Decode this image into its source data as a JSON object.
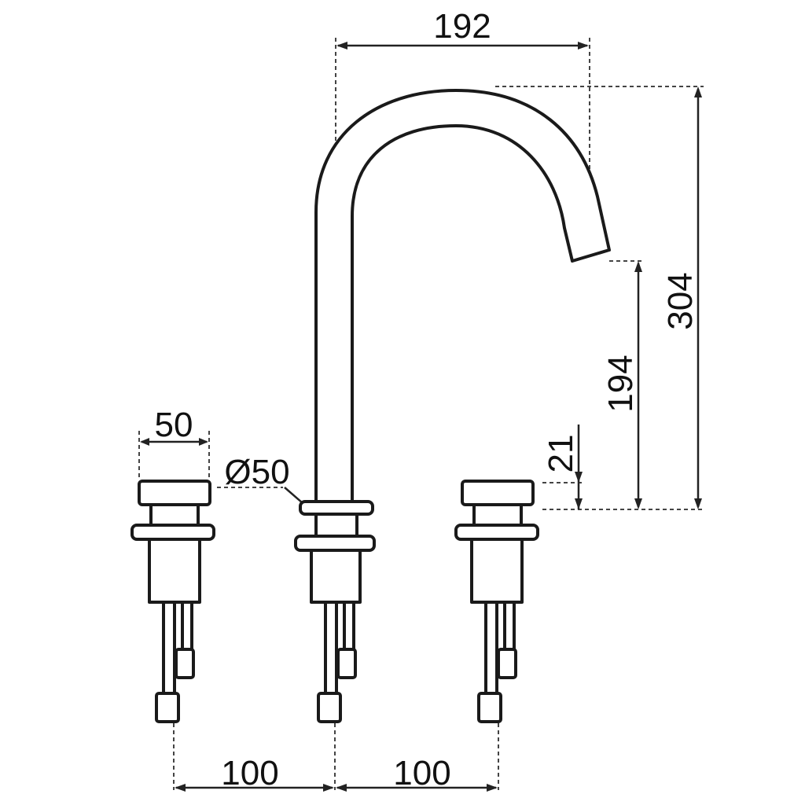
{
  "dimensions": {
    "spout_reach": "192",
    "total_height": "304",
    "spout_outlet_height": "194",
    "handle_height": "21",
    "handle_width": "50",
    "body_diameter": "Ø50",
    "left_spacing": "100",
    "right_spacing": "100"
  },
  "colors": {
    "line": "#1a1a1a",
    "background": "#ffffff"
  }
}
